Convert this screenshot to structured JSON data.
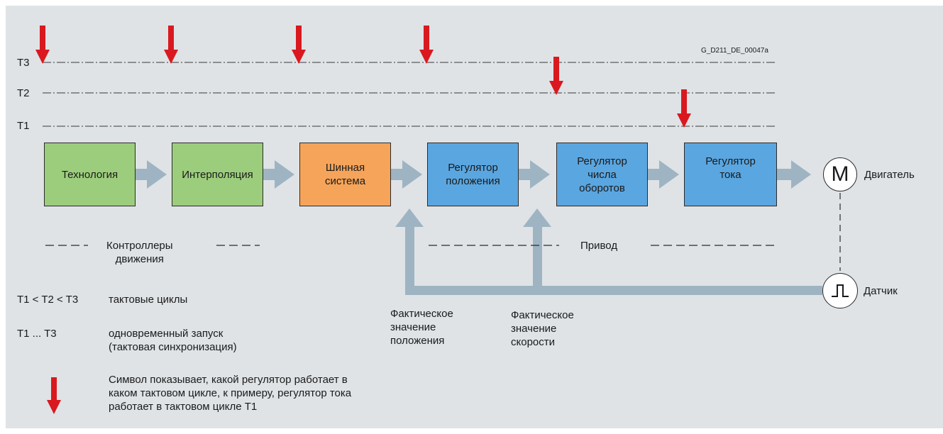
{
  "figure_id": "G_D211_DE_00047a",
  "cycles": {
    "t3": "T3",
    "t2": "T2",
    "t1": "T1"
  },
  "blocks": {
    "technology": "Технология",
    "interpolation": "Интерполяция",
    "bus_system": "Шинная\nсистема",
    "position_controller": "Регулятор\nположения",
    "speed_controller": "Регулятор\nчисла\nоборотов",
    "current_controller": "Регулятор\nтока"
  },
  "motor": {
    "symbol": "M",
    "label": "Двигатель"
  },
  "encoder": {
    "label": "Датчик"
  },
  "groups": {
    "motion_controllers": "Контроллеры\nдвижения",
    "drive": "Привод"
  },
  "feedback": {
    "position_actual": "Фактическое\nзначение\nположения",
    "speed_actual": "Фактическое\nзначение\nскорости"
  },
  "legend": {
    "order_key": "T1 < T2 < T3",
    "order_desc": "тактовые циклы",
    "range_key": "T1 ... T3",
    "range_desc": "одновременный запуск\n(тактовая синхронизация)",
    "arrow_desc": "Символ показывает, какой регулятор работает в\nкаком тактовом цикле, к примеру, регулятор  тока\nработает в тактовом цикле T1"
  },
  "colors": {
    "background": "#dfe3e6",
    "green_block": "#9ccd7c",
    "orange_block": "#f5a45a",
    "blue_block": "#5aa6e0",
    "flow_arrow": "#9eb4c2",
    "cycle_arrow": "#d9191f"
  },
  "icons": [
    "cycle-arrow-icon",
    "flow-arrow-icon",
    "motor-icon",
    "encoder-pulse-icon"
  ]
}
